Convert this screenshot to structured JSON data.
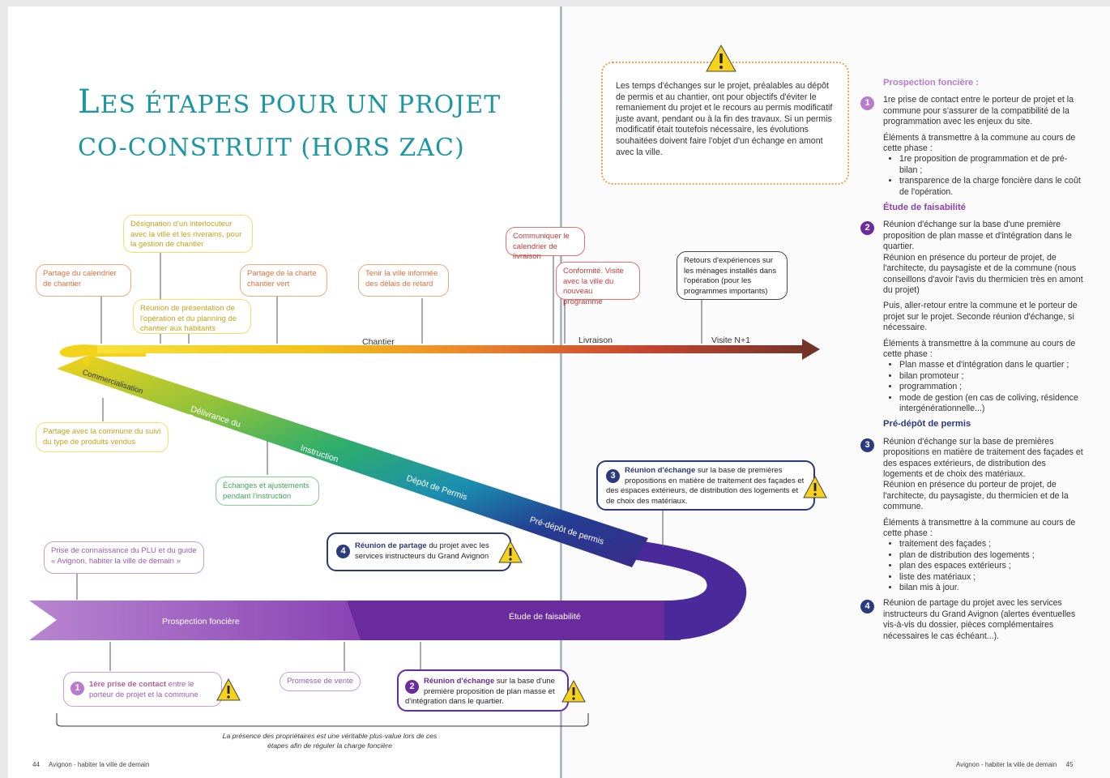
{
  "title": {
    "line1_big": "L",
    "line1_rest": "ES ÉTAPES POUR UN PROJET",
    "line2": "CO-CONSTRUIT (HORS ZAC)"
  },
  "timeline": {
    "prospection": "Prospection foncière",
    "etude": "Étude de faisabilité",
    "predepot": "Pré-dépôt de permis",
    "depot": "Dépôt de Permis",
    "instruction": "Instruction",
    "delivrance": "Délivrance du Permis",
    "commercialisation": "Commercialisation",
    "chantier": "Chantier",
    "livraison": "Livraison",
    "visite": "Visite N+1"
  },
  "notes": {
    "calendrier": "Partage du calendrier de chantier",
    "interlocuteur": "Désignation d'un interlocuteur avec la ville et les riverains, pour la gestion de chantier",
    "reunion_planning": "Réunion de présentation de l'opération et du planning de chantier aux habitants",
    "charte": "Partage de la charte chantier vert",
    "retard": "Tenir la ville informée des délais de retard",
    "communiquer": "Communiquer le calendrier de livraison",
    "conformite": "Conformité. Visite avec la ville du nouveau programme",
    "retours": "Retours d'expériences sur les ménages installés dans l'opération (pour les programmes importants)",
    "produits": "Partage avec la commune du suivi du type de produits vendus",
    "echanges": "Échanges et ajustements pendant l'instruction",
    "plu": "Prise de connaissance du PLU et du guide « Avignon, habiter la ville de demain »",
    "promesse": "Promesse de vente"
  },
  "steps": {
    "s1_bold": "1ère prise de contact",
    "s1_rest": " entre le porteur de projet et la commune",
    "s2_bold": "Réunion d'échange",
    "s2_rest": " sur la base d'une première proposition de plan masse et d'intégration dans le quartier.",
    "s3_bold": "Réunion d'échange",
    "s3_rest": " sur la base de premières propositions en matière de traitement des façades et des espaces extérieurs, de distribution des logements et de choix des matériaux.",
    "s4_bold": "Réunion de partage",
    "s4_rest": " du projet avec les services instructeurs du Grand Avignon",
    "n1": "1",
    "n2": "2",
    "n3": "3",
    "n4": "4"
  },
  "caption": "La présence des propriétaires est une véritable plus-value lors de ces étapes afin de réguler la charge foncière",
  "notice": "Les temps d'échanges sur le projet, préalables au dépôt de permis et au chantier, ont pour objectifs d'éviter le remaniement du projet et le recours au permis modificatif juste avant, pendant ou à la fin des travaux. Si un permis modificatif était toutefois nécessaire, les évolutions souhaitées doivent faire l'objet d'un échange en amont avec la ville.",
  "right": {
    "h1": "Prospection foncière :",
    "p1": "1re prise de contact entre le porteur de projet et la commune pour s'assurer de la compatibilité de la programmation avec les enjeux du site.",
    "p1b": "Éléments à transmettre à la commune au cours de cette phase :",
    "l1": [
      "1re proposition de programmation et de pré-bilan ;",
      "transparence de la charge foncière dans le coût de l'opération."
    ],
    "h2": "Étude de faisabilité",
    "p2": "Réunion d'échange sur la base d'une première proposition de plan masse et d'intégration dans le quartier.",
    "p2a": "Réunion en présence du porteur de projet, de l'architecte, du paysagiste et de la commune (nous conseillons d'avoir l'avis du thermicien très en amont du projet)",
    "p2b": "Puis, aller-retour entre la commune et le porteur de projet sur le projet. Seconde réunion d'échange, si nécessaire.",
    "p2c": "Éléments à transmettre à la commune au cours de cette phase :",
    "l2": [
      "Plan masse et d'intégration dans le quartier ;",
      "bilan promoteur ;",
      "programmation ;",
      "mode de gestion (en cas de coliving, résidence intergénérationnelle...)"
    ],
    "h3": "Pré-dépôt de permis",
    "p3": "Réunion d'échange sur la base de premières propositions en matière de traitement des façades et des espaces extérieurs, de distribution des logements et de choix des matériaux.",
    "p3a": "Réunion en présence du porteur de projet, de l'architecte, du paysagiste, du thermicien et de la commune.",
    "p3b": "Éléments à transmettre à la commune au cours de cette phase :",
    "l3": [
      "traitement des façades ;",
      "plan de distribution des logements ;",
      "plan des espaces extérieurs ;",
      "liste des matériaux ;",
      "bilan mis à jour."
    ],
    "p4": "Réunion de partage du projet avec les services instructeurs du Grand Avignon (alertes éventuelles vis-à-vis du dossier, pièces complémentaires nécessaires le cas échéant...)."
  },
  "footer": {
    "left_num": "44",
    "left_text": "Avignon - habiter la ville de demain",
    "right_text": "Avignon - habiter la ville de demain",
    "right_num": "45"
  },
  "colors": {
    "teal": "#1a97a2",
    "purple": "#6a2b9c",
    "navy": "#2b3a7a",
    "yellow": "#f3d21a",
    "warning": "#f7d21c"
  }
}
